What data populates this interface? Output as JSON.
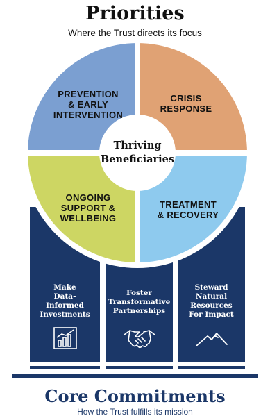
{
  "header": {
    "title": "Priorities",
    "subtitle": "Where the Trust directs its focus"
  },
  "wheel": {
    "center_label_line1": "Thriving",
    "center_label_line2": "Beneficiaries",
    "segments": [
      {
        "line1": "PREVENTION",
        "line2": "& EARLY",
        "line3": "INTERVENTION",
        "color": "#7b9fd1"
      },
      {
        "line1": "CRISIS",
        "line2": "RESPONSE",
        "color": "#e0a274"
      },
      {
        "line1": "ONGOING",
        "line2": "SUPPORT &",
        "line3": "WELLBEING",
        "color": "#cdd663"
      },
      {
        "line1": "TREATMENT",
        "line2": "& RECOVERY",
        "color": "#8ecaee"
      }
    ]
  },
  "pillars": [
    {
      "line1": "Make",
      "line2": "Data-",
      "line3": "Informed",
      "line4": "Investments",
      "icon": "bar-chart-icon"
    },
    {
      "line1": "Foster",
      "line2": "Transformative",
      "line3": "Partnerships",
      "icon": "handshake-icon"
    },
    {
      "line1": "Steward",
      "line2": "Natural",
      "line3": "Resources",
      "line4": "For Impact",
      "icon": "mountain-icon"
    }
  ],
  "footer": {
    "title": "Core Commitments",
    "subtitle": "How the Trust fulfills its mission"
  },
  "colors": {
    "navy": "#1b3768",
    "white": "#ffffff"
  }
}
